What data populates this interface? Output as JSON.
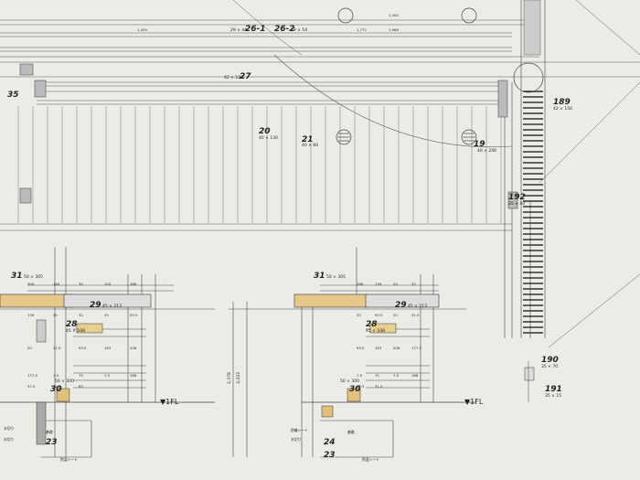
{
  "top": {
    "labels": [
      {
        "id": "l26_1",
        "text": "26-1"
      },
      {
        "id": "l26_2",
        "text": "26-2"
      },
      {
        "id": "l27",
        "text": "27"
      },
      {
        "id": "l35",
        "text": "35"
      },
      {
        "id": "l20",
        "text": "20"
      },
      {
        "id": "l21",
        "text": "21"
      },
      {
        "id": "l19",
        "text": "19"
      },
      {
        "id": "l189",
        "text": "189"
      },
      {
        "id": "l192",
        "text": "192"
      }
    ],
    "dims": [
      {
        "id": "d26_1",
        "text": "29 × 44"
      },
      {
        "id": "d26_2",
        "text": "19 × 54"
      },
      {
        "id": "d27",
        "text": "42 × 120"
      },
      {
        "id": "d20",
        "text": "40 × 130"
      },
      {
        "id": "d21",
        "text": "40 × 60"
      },
      {
        "id": "d19",
        "text": "40 × 240"
      },
      {
        "id": "d189",
        "text": "42 × 150"
      },
      {
        "id": "d192",
        "text": "35 × 40"
      },
      {
        "id": "d1",
        "text": "1,459"
      },
      {
        "id": "d2",
        "text": "1,772"
      },
      {
        "id": "d3",
        "text": "1,400"
      },
      {
        "id": "d4",
        "text": "1,968"
      }
    ]
  },
  "sections": [
    {
      "id": "left",
      "labels": [
        "31",
        "29",
        "28",
        "30",
        "23"
      ],
      "dims": [
        "50 × 305",
        "45 × 213",
        "45 × 108",
        "50 × 300"
      ],
      "numbers": [
        "300",
        "140",
        "30",
        "105",
        "186",
        "139",
        "20",
        "32",
        "25",
        "93.5",
        "20",
        "31.5",
        "93.5",
        "163",
        "208",
        "177.5",
        "7.5",
        "75",
        "7.5",
        "186",
        "37.5",
        "31.5",
        "63"
      ],
      "fl": "▼1FL",
      "notes": [
        "水切り",
        "水切り",
        "基礎",
        "防湿シート"
      ]
    },
    {
      "id": "right",
      "labels": [
        "31",
        "29",
        "28",
        "30",
        "24",
        "23"
      ],
      "dims": [
        "50 × 305",
        "45 × 213",
        "45 × 108",
        "50 × 300"
      ],
      "numbers": [
        "186",
        "139",
        "20",
        "32",
        "25",
        "93.5",
        "20",
        "31.5",
        "93.5",
        "163",
        "208",
        "177.5",
        "7.5",
        "75",
        "7.5",
        "186",
        "37.5",
        "31.5"
      ],
      "fl": "▼1FL",
      "notes": [
        "防蟻シート",
        "水切り",
        "基礎",
        "防湿シート"
      ]
    }
  ],
  "mid_dims": [
    "3,333",
    "2,378"
  ],
  "right_labels": [
    {
      "id": "l190",
      "text": "190",
      "dim": "35 × 70"
    },
    {
      "id": "l191",
      "text": "191",
      "dim": "35 × 15"
    }
  ]
}
